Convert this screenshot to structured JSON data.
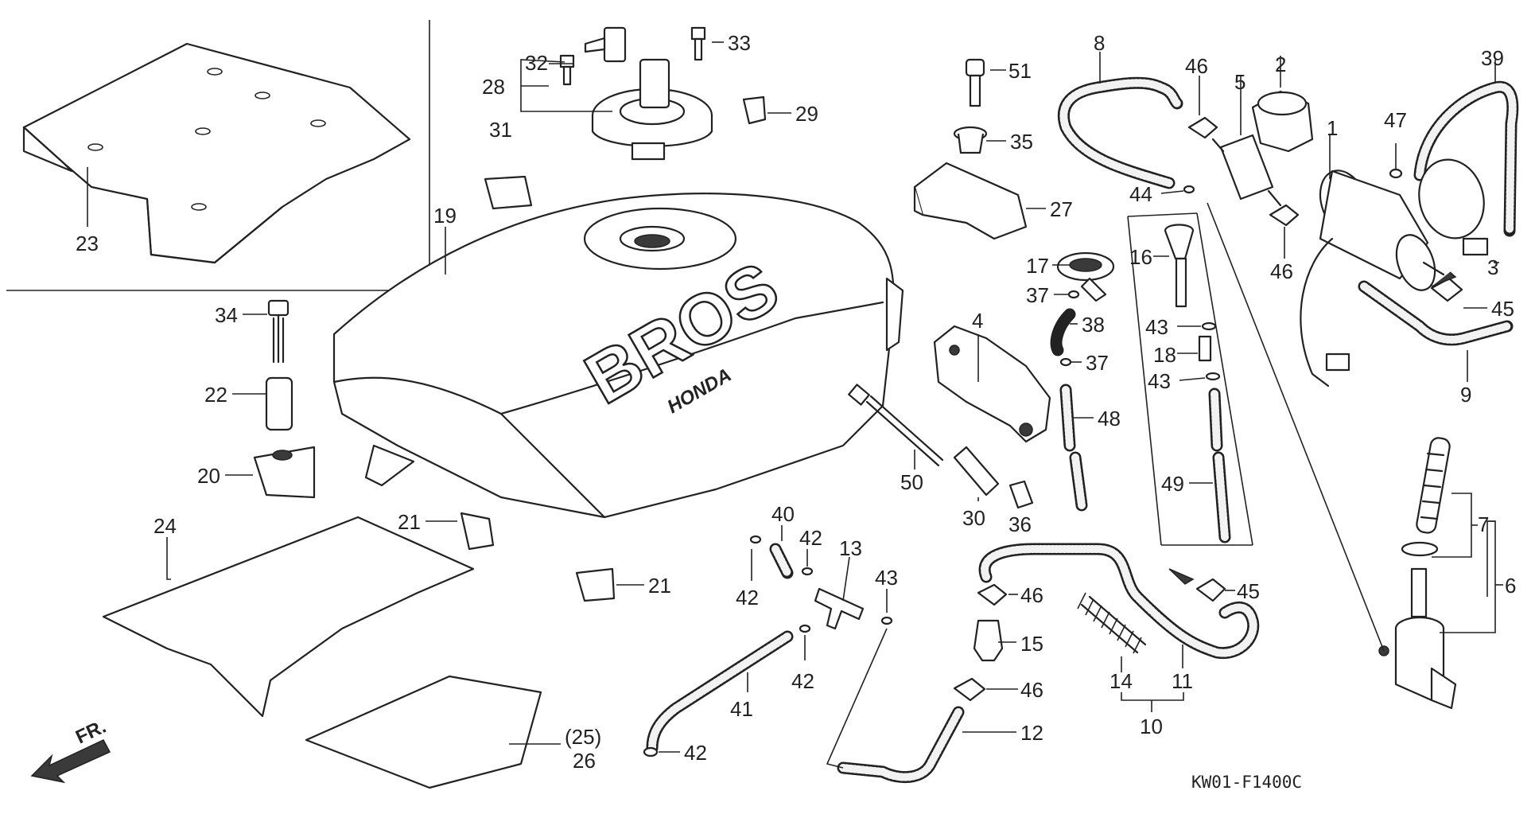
{
  "diagram_code": "KW01-F1400C",
  "front_marker": "FR.",
  "tank_lettering": {
    "brand": "BROS",
    "maker": "HONDA"
  },
  "part_labels": {
    "p1": "1",
    "p2": "2",
    "p3": "3",
    "p4": "4",
    "p5": "5",
    "p6": "6",
    "p7": "7",
    "p8": "8",
    "p9": "9",
    "p10": "10",
    "p11": "11",
    "p12": "12",
    "p13": "13",
    "p14": "14",
    "p15": "15",
    "p16": "16",
    "p17": "17",
    "p18": "18",
    "p19": "19",
    "p20": "20",
    "p21a": "21",
    "p21b": "21",
    "p22": "22",
    "p23": "23",
    "p24": "24",
    "p25": "(25)",
    "p26": "26",
    "p27": "27",
    "p28": "28",
    "p29": "29",
    "p30": "30",
    "p31": "31",
    "p32": "32",
    "p33": "33",
    "p34": "34",
    "p35": "35",
    "p36": "36",
    "p37a": "37",
    "p37b": "37",
    "p38": "38",
    "p39": "39",
    "p40": "40",
    "p41": "41",
    "p42a": "42",
    "p42b": "42",
    "p42c": "42",
    "p42d": "42",
    "p43a": "43",
    "p43b": "43",
    "p43c": "43",
    "p44": "44",
    "p45a": "45",
    "p45b": "45",
    "p46a": "46",
    "p46b": "46",
    "p46c": "46",
    "p46d": "46",
    "p47": "47",
    "p48": "48",
    "p49": "49",
    "p50": "50",
    "p51": "51"
  }
}
